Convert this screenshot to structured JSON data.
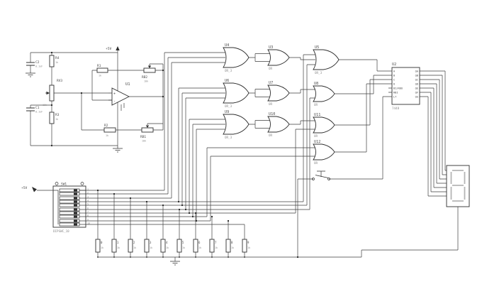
{
  "power": {
    "vcc_top": "+5V",
    "vcc_sw": "+5V"
  },
  "analog": {
    "c2": {
      "ref": "C2",
      "value": "0.1uF"
    },
    "c1": {
      "ref": "C1",
      "value": "0.1uF"
    },
    "r4": {
      "ref": "R4",
      "value": "1k"
    },
    "r3": {
      "ref": "R3",
      "value": "1k"
    },
    "rv3": {
      "ref": "RV3",
      "value": "10k"
    },
    "r1": {
      "ref": "R1",
      "value": "1k"
    },
    "r2": {
      "ref": "R2",
      "value": "1k"
    },
    "rb2": {
      "ref": "RB2",
      "value": "10k"
    },
    "rb1": {
      "ref": "RB1",
      "value": "10k"
    },
    "u1": {
      "ref": "U1"
    }
  },
  "gates": {
    "u4": {
      "ref": "U4",
      "type": "OR_3"
    },
    "u3": {
      "ref": "U3",
      "type": "OR"
    },
    "u5": {
      "ref": "U5",
      "type": "OR_3"
    },
    "u6": {
      "ref": "U6",
      "type": "OR_3"
    },
    "u7": {
      "ref": "U7",
      "type": "OR"
    },
    "u8": {
      "ref": "U8",
      "type": "OR"
    },
    "u9": {
      "ref": "U9",
      "type": "OR_3"
    },
    "u10": {
      "ref": "U10",
      "type": "OR"
    },
    "u11": {
      "ref": "U11",
      "type": "OR"
    },
    "u12": {
      "ref": "U12",
      "type": "OR"
    }
  },
  "decoder": {
    "ref": "U2",
    "part": "7448",
    "pins_left": [
      "A",
      "B",
      "C",
      "D",
      "BI/RBO",
      "RBI",
      "LT"
    ],
    "pins_right": [
      "QA",
      "QB",
      "QC",
      "QD",
      "QE",
      "QF",
      "QG"
    ]
  },
  "dip": {
    "ref": "SW1",
    "part": "DIPSWC_10",
    "rows": [
      "1",
      "2",
      "3",
      "4",
      "5",
      "6",
      "7",
      "8",
      "9",
      "10"
    ]
  },
  "pullups": {
    "value": "1k",
    "refs": [
      "0",
      "1",
      "2",
      "3",
      "4",
      "5",
      "6",
      "7",
      "8",
      "9"
    ]
  }
}
